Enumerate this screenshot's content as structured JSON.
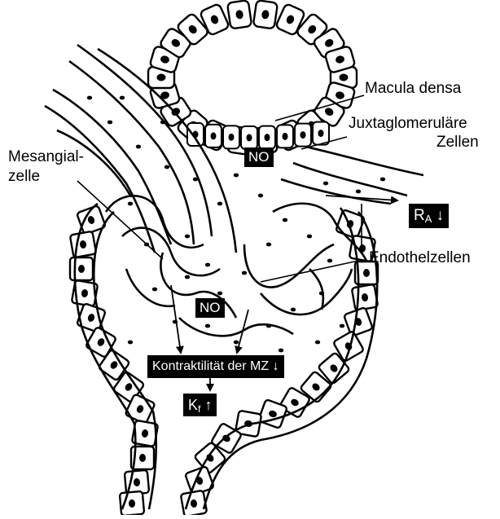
{
  "labels": {
    "macula_densa": "Macula densa",
    "juxta_line1": "Juxtaglomeruläre",
    "juxta_line2": "Zellen",
    "mesangial_line1": "Mesangial-",
    "mesangial_line2": "zelle",
    "endothel": "Endothelzellen"
  },
  "boxes": {
    "no_top": "NO",
    "no_bottom": "NO",
    "ra_main": "R",
    "ra_sub": "A",
    "ra_arrow": "↓",
    "kontraktilitaet": "Kontraktilität der MZ ↓",
    "kf_main": "K",
    "kf_sub": "f",
    "kf_arrow": "↑"
  },
  "colors": {
    "ink": "#000000",
    "paper": "#ffffff"
  }
}
